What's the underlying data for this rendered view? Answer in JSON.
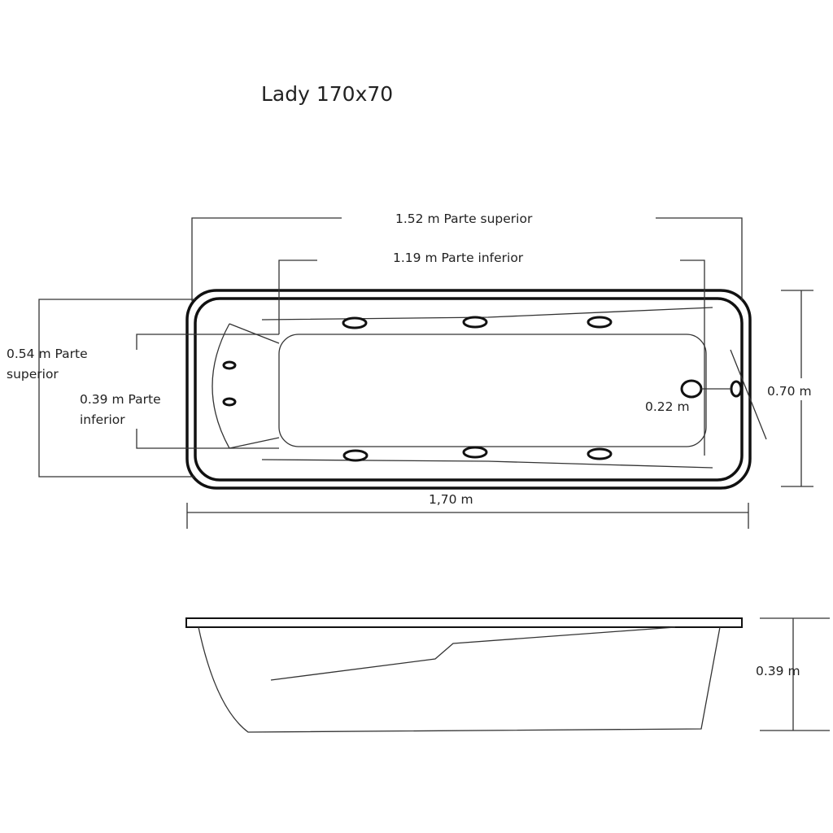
{
  "title": "Lady 170x70",
  "labels": {
    "top_length": "1.52 m Parte superior",
    "bottom_length": "1.19 m  Parte inferior",
    "top_width_line1": "0.54 m Parte",
    "top_width_line2": "superior",
    "bottom_width_line1": "0.39 m Parte",
    "bottom_width_line2": "inferior",
    "drain_distance": "0.22 m",
    "total_width": "0.70 m",
    "total_length": "1,70 m",
    "depth": "0.39 m"
  }
}
